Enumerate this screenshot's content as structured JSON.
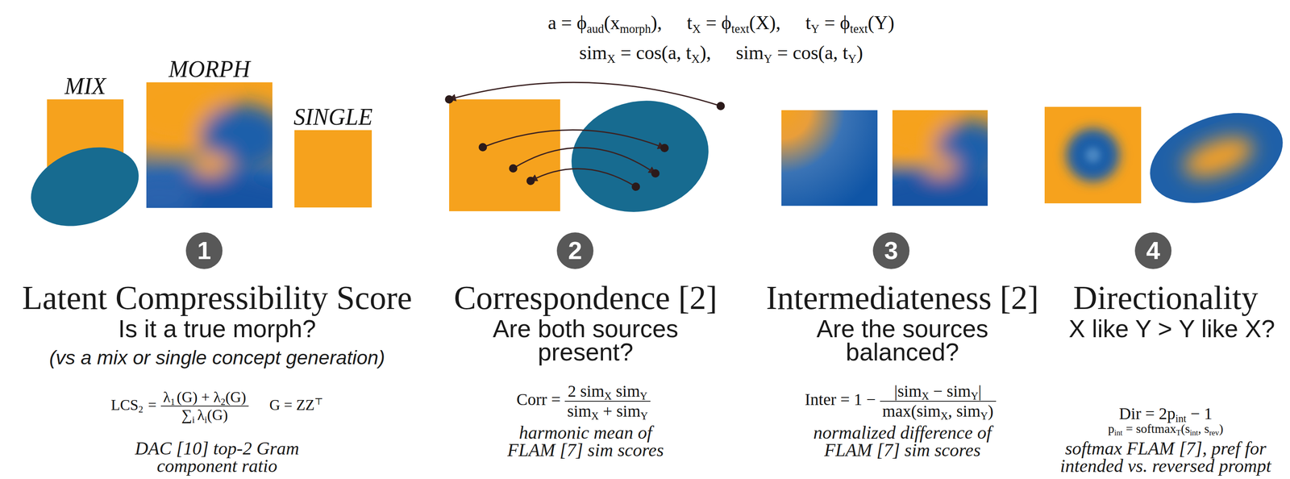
{
  "diagram": {
    "nodes": [
      {
        "text": [
          "MIX"
        ]
      },
      {
        "text": [
          "MORPH"
        ]
      },
      {
        "text": [
          "SINGLE"
        ]
      },
      {
        "text": [
          "1"
        ]
      },
      {
        "text": [
          "2"
        ]
      },
      {
        "text": [
          "3"
        ]
      },
      {
        "text": [
          "4"
        ]
      }
    ],
    "labels": [
      "a = ϕ",
      "aud",
      "(x",
      "morph",
      "),",
      "t",
      "X",
      "= ϕ",
      "text",
      "(X),",
      "t",
      "Y",
      "= ϕ",
      "text",
      "(Y)",
      "sim",
      "X",
      "= cos(a, t",
      "X",
      "),",
      "sim",
      "Y",
      "= cos(a, t",
      "Y",
      ")",
      "Latent Compressibility Score",
      "Is it a true morph?",
      "(vs a mix or single concept generation)",
      "LCS",
      "2",
      "=",
      "λ",
      "1",
      "(G) + λ",
      "2",
      "(G)",
      "∑",
      "i",
      "λ",
      "i",
      "(G)",
      "G = ZZ",
      "⊤",
      "DAC [10] top-2 Gram component ratio",
      "Correspondence [2]",
      "Are both sources present?",
      "Corr =",
      "2 sim",
      "X",
      "sim",
      "Y",
      "sim",
      "X",
      "+ sim",
      "Y",
      "harmonic mean of FLAM [7] sim scores",
      "Intermediateness [2]",
      "Are the sources balanced?",
      "Inter = 1 −",
      "|sim",
      "X",
      "− sim",
      "Y",
      "|",
      "max(sim",
      "X",
      ", sim",
      "Y",
      ")",
      "normalized difference of FLAM [7] sim scores",
      "Directionality",
      "X like Y > Y like X?",
      "Dir = 2p",
      "int",
      "− 1",
      "p",
      "int",
      "= softmax",
      "T",
      "(s",
      "int",
      ", s",
      "rev",
      ")",
      "softmax FLAM [7], pref for intended vs. reversed prompt"
    ]
  }
}
